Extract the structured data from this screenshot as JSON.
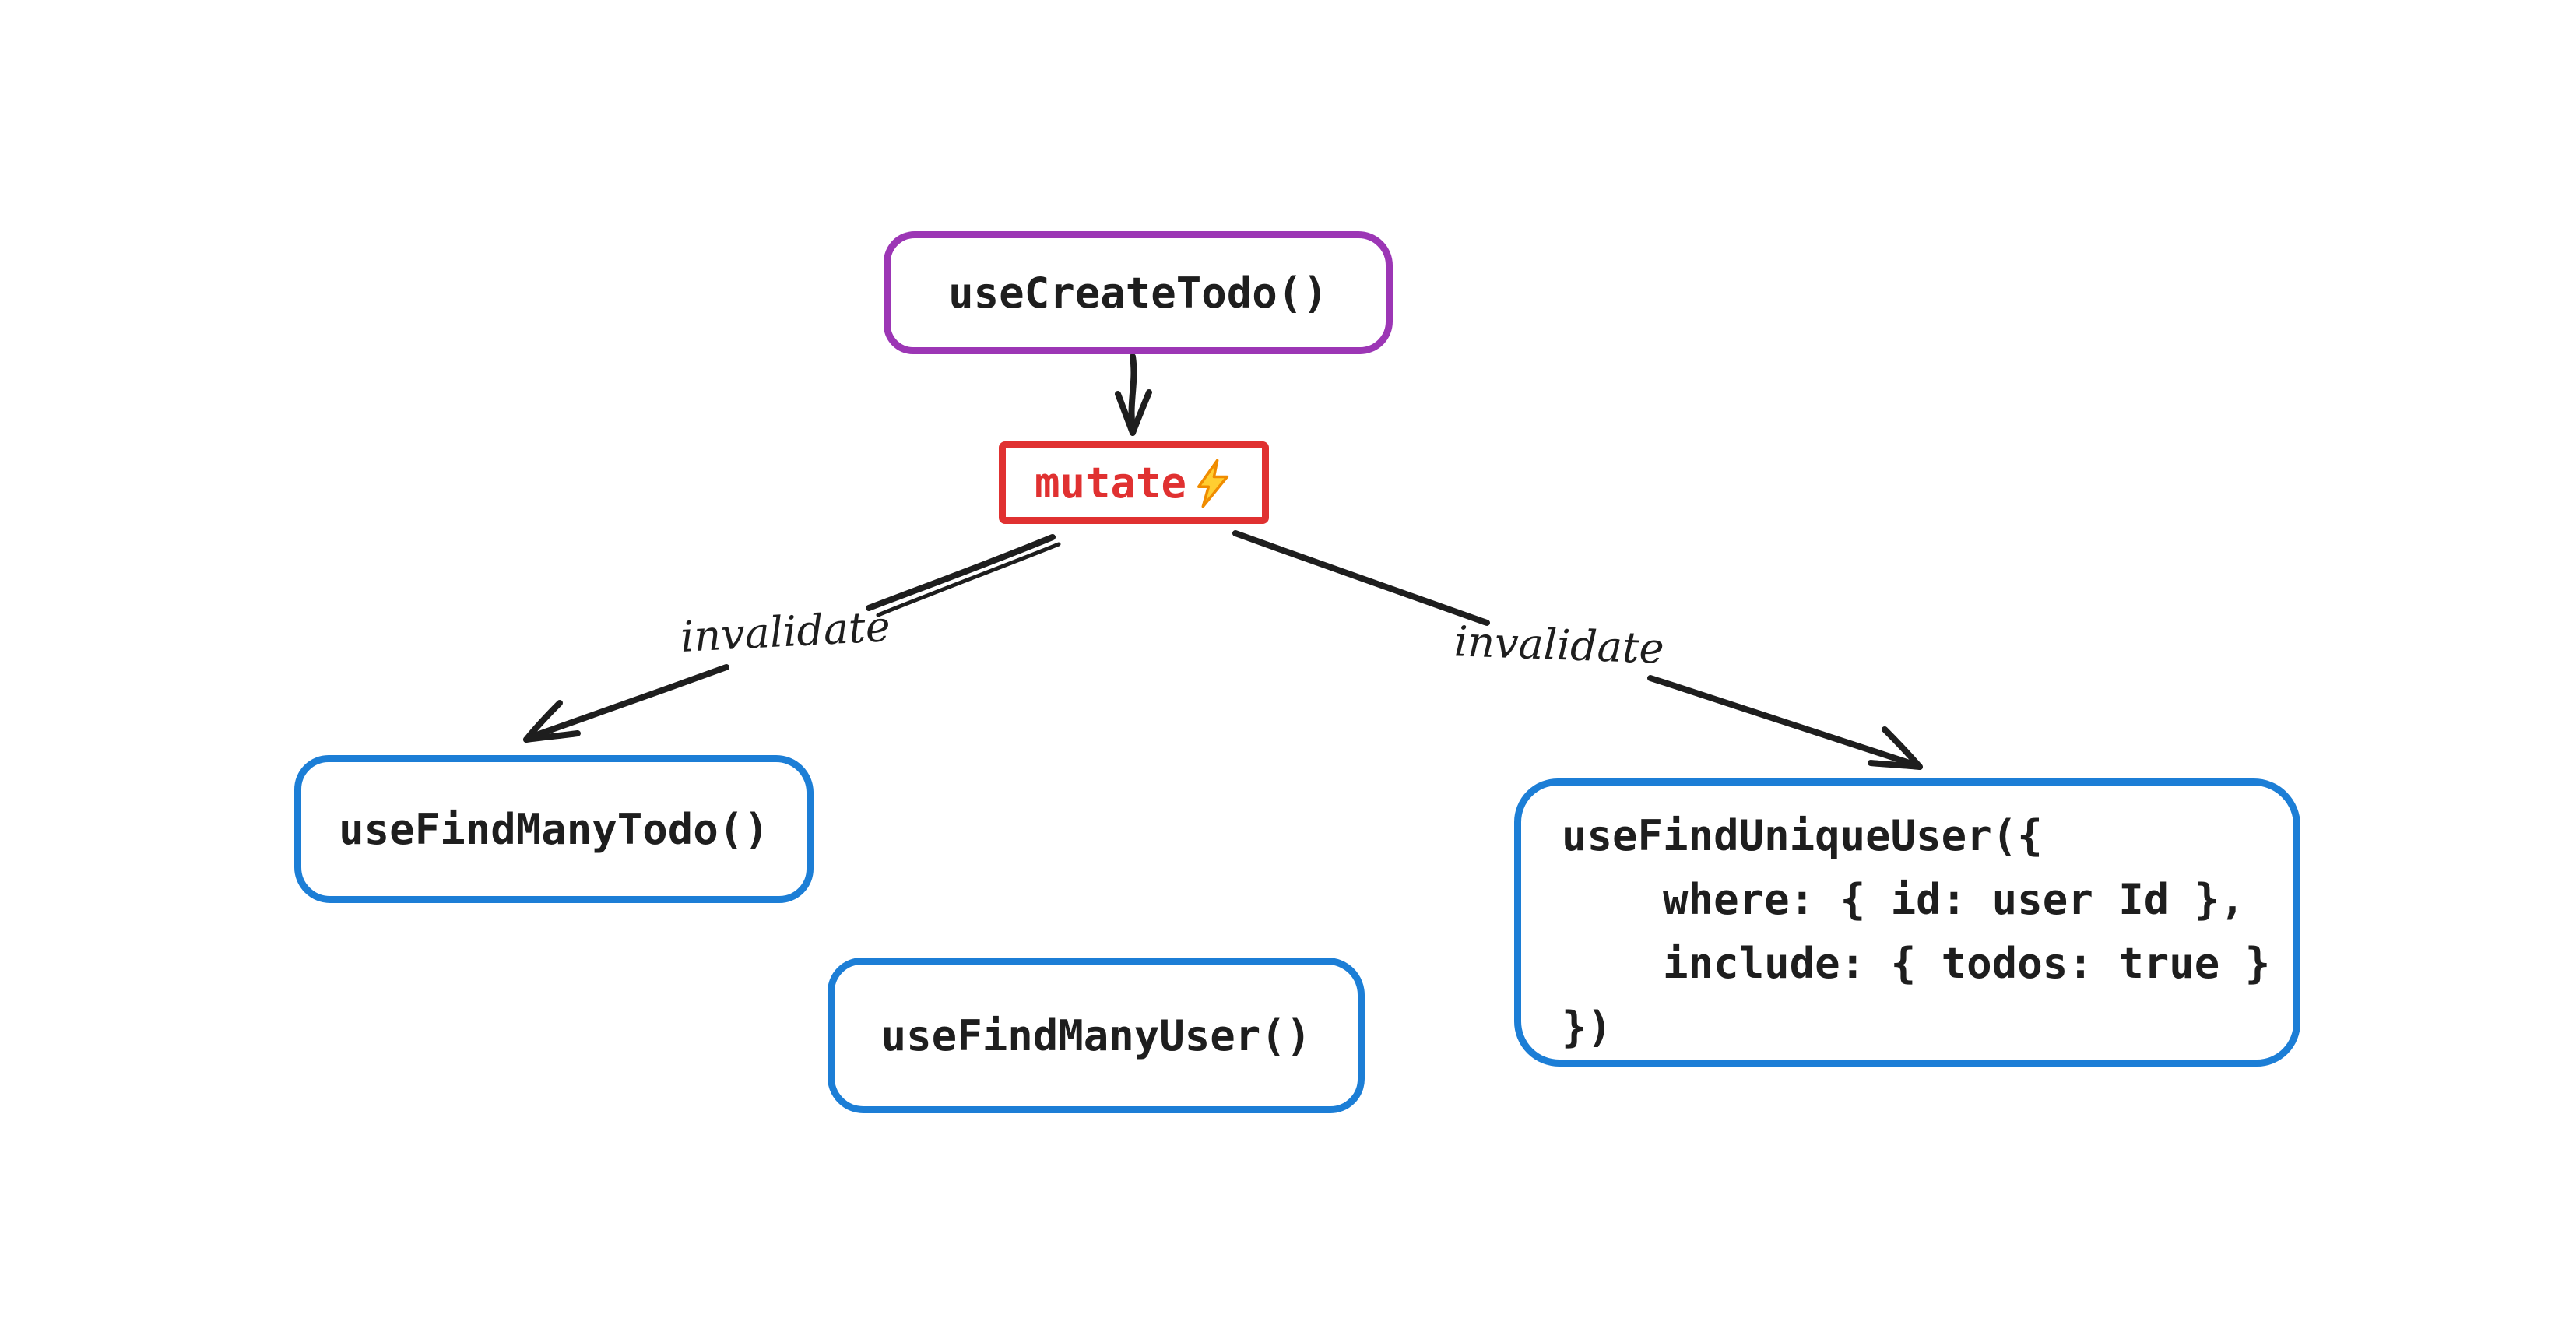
{
  "colors": {
    "canvas": "#ffffff",
    "ink": "#1e1e1e",
    "purple": "#9c36b5",
    "red": "#e03131",
    "blue": "#1c7ed6",
    "bolt-fill": "#ffce31",
    "bolt-stroke": "#f08c00"
  },
  "nodes": {
    "create_todo": {
      "label": "useCreateTodo()"
    },
    "mutate": {
      "label": "mutate",
      "icon": "lightning-bolt"
    },
    "find_many_todo": {
      "label": "useFindManyTodo()"
    },
    "find_many_user": {
      "label": "useFindManyUser()"
    },
    "find_unique_user": {
      "lines": [
        "useFindUniqueUser({",
        "    where: { id: user Id },",
        "    include: { todos: true }",
        "})"
      ]
    }
  },
  "edges": {
    "create_to_mutate": {
      "label": ""
    },
    "mutate_to_find_many_todo": {
      "label": "invalidate"
    },
    "mutate_to_find_unique_user": {
      "label": "invalidate"
    }
  }
}
